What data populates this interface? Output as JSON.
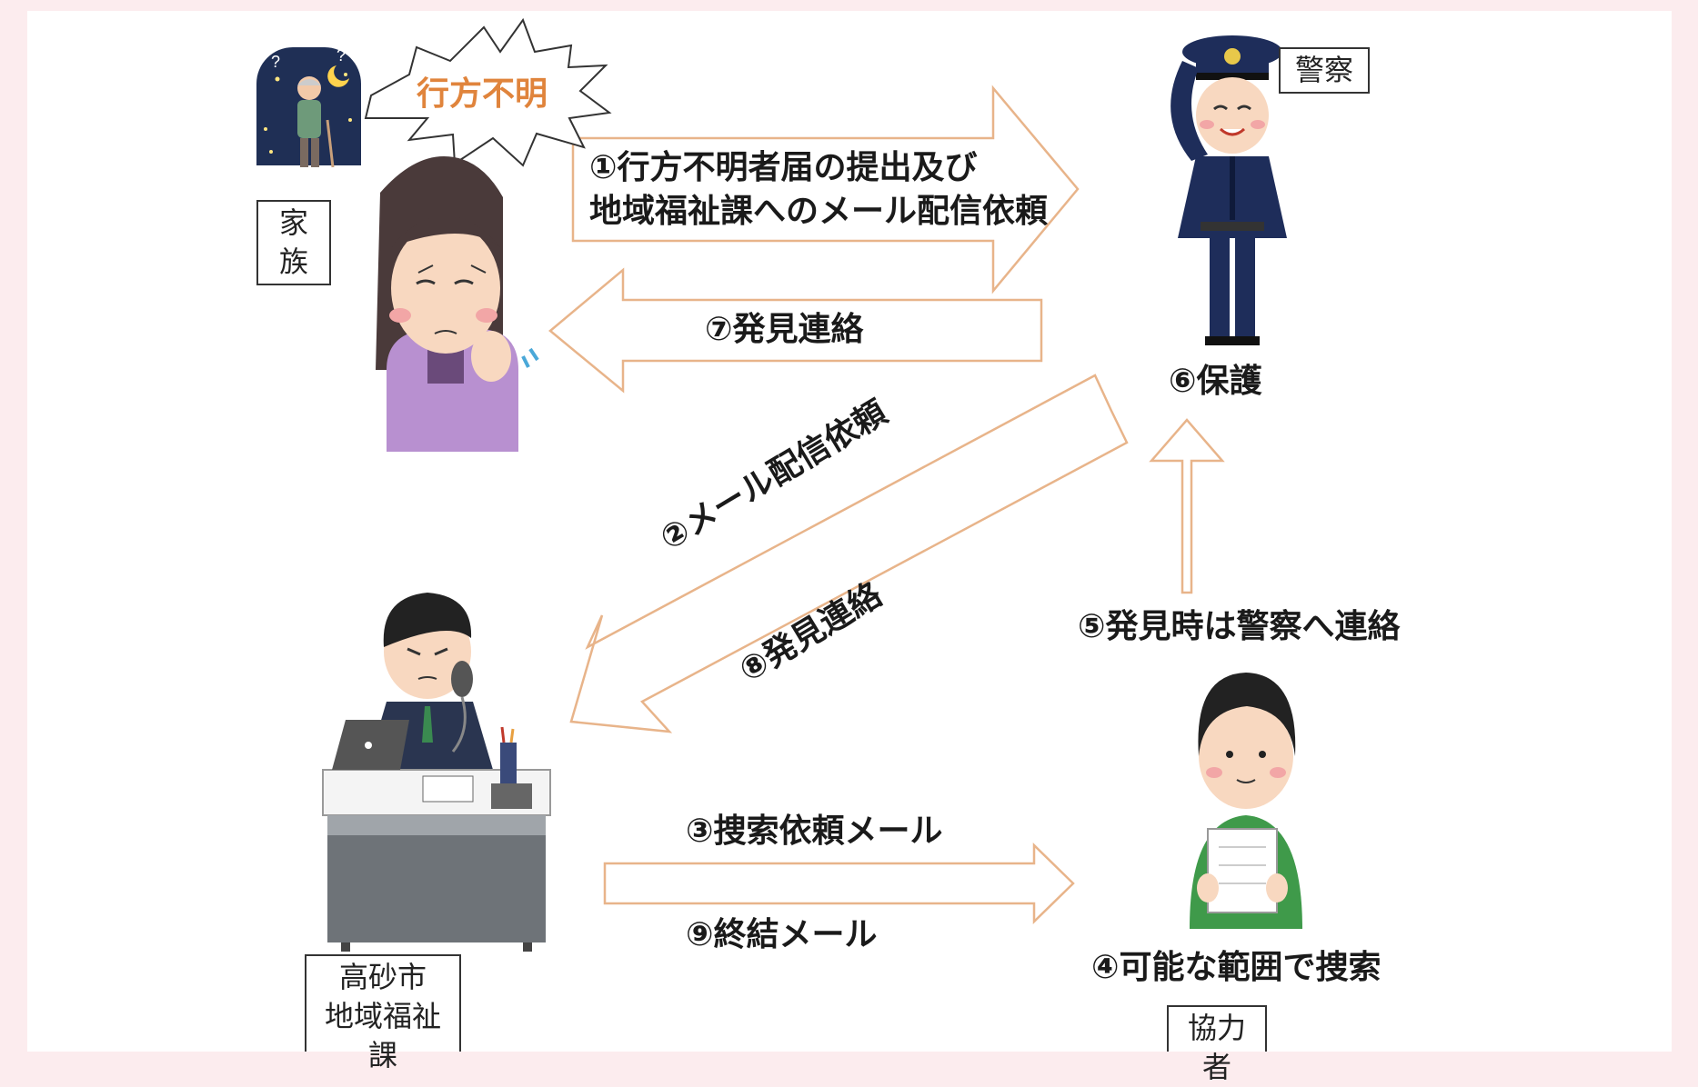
{
  "burst": {
    "text": "行方不明"
  },
  "actors": {
    "family": "家族",
    "police": "警察",
    "city_line1": "高砂市",
    "city_line2": "地域福祉課",
    "cooperator": "協力者"
  },
  "steps": {
    "s1_line1": "①行方不明者届の提出及び",
    "s1_line2": "地域福祉課へのメール配信依頼",
    "s2": "②メール配信依頼",
    "s3": "③捜索依頼メール",
    "s4": "④可能な範囲で捜索",
    "s5": "⑤発見時は警察へ連絡",
    "s6": "⑥保護",
    "s7": "⑦発見連絡",
    "s8": "⑧発見連絡",
    "s9": "⑨終結メール"
  },
  "colors": {
    "arrow_outline": "#e8b48a",
    "burst_text": "#e0843c",
    "night_sky": "#1f2f55",
    "police_uniform": "#1e2d5a",
    "woman_sweater": "#b890d0",
    "desk_gray": "#6e7378",
    "cooperator_shirt": "#3f9a4a"
  }
}
